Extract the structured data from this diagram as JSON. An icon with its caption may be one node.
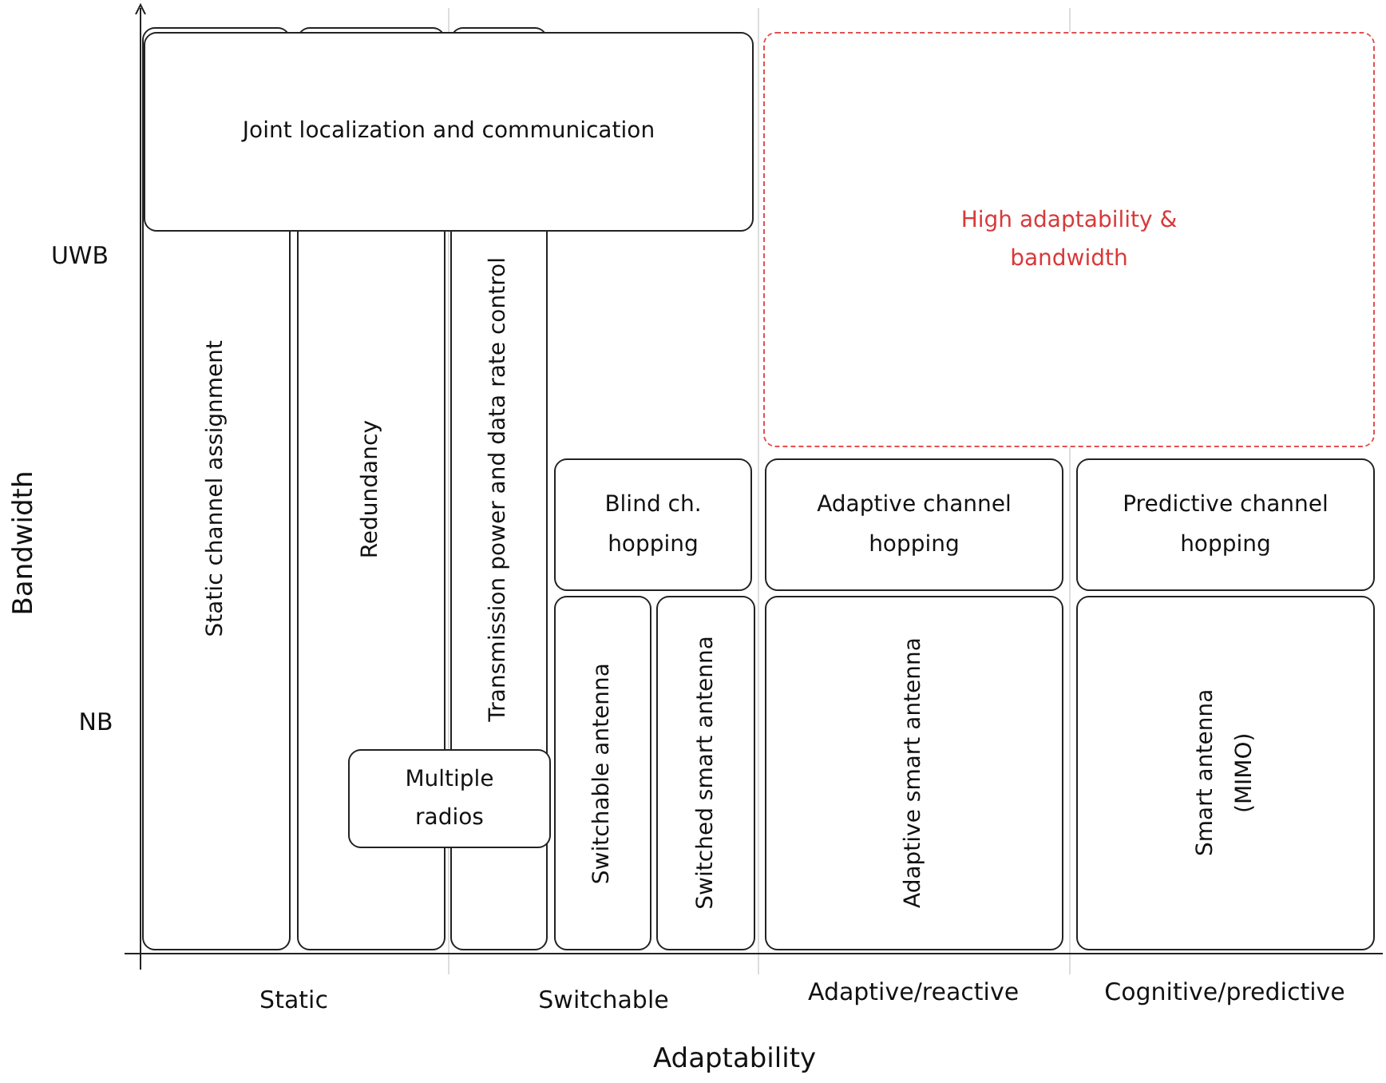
{
  "diagram": {
    "nodes": [
      {
        "text": [
          "Joint localization and communication"
        ]
      },
      {
        "text": [
          "High adaptability & bandwidth"
        ]
      },
      {
        "text": [
          "Static channel assignment"
        ]
      },
      {
        "text": [
          "Redundancy"
        ]
      },
      {
        "text": [
          "Transmission power and data rate control"
        ]
      },
      {
        "text": [
          "Multiple radios"
        ]
      },
      {
        "text": [
          "Blind ch. hopping"
        ]
      },
      {
        "text": [
          "Adaptive channel hopping"
        ]
      },
      {
        "text": [
          "Predictive channel hopping"
        ]
      },
      {
        "text": [
          "Switchable antenna"
        ]
      },
      {
        "text": [
          "Switched smart antenna"
        ]
      },
      {
        "text": [
          "Adaptive smart antenna"
        ]
      },
      {
        "text": [
          "Smart antenna (MIMO)"
        ]
      }
    ],
    "edges": [],
    "labels": [
      "UWB",
      "NB",
      "Bandwidth",
      "Static",
      "Switchable",
      "Adaptive/reactive",
      "Cognitive/predictive",
      "Adaptability"
    ]
  }
}
